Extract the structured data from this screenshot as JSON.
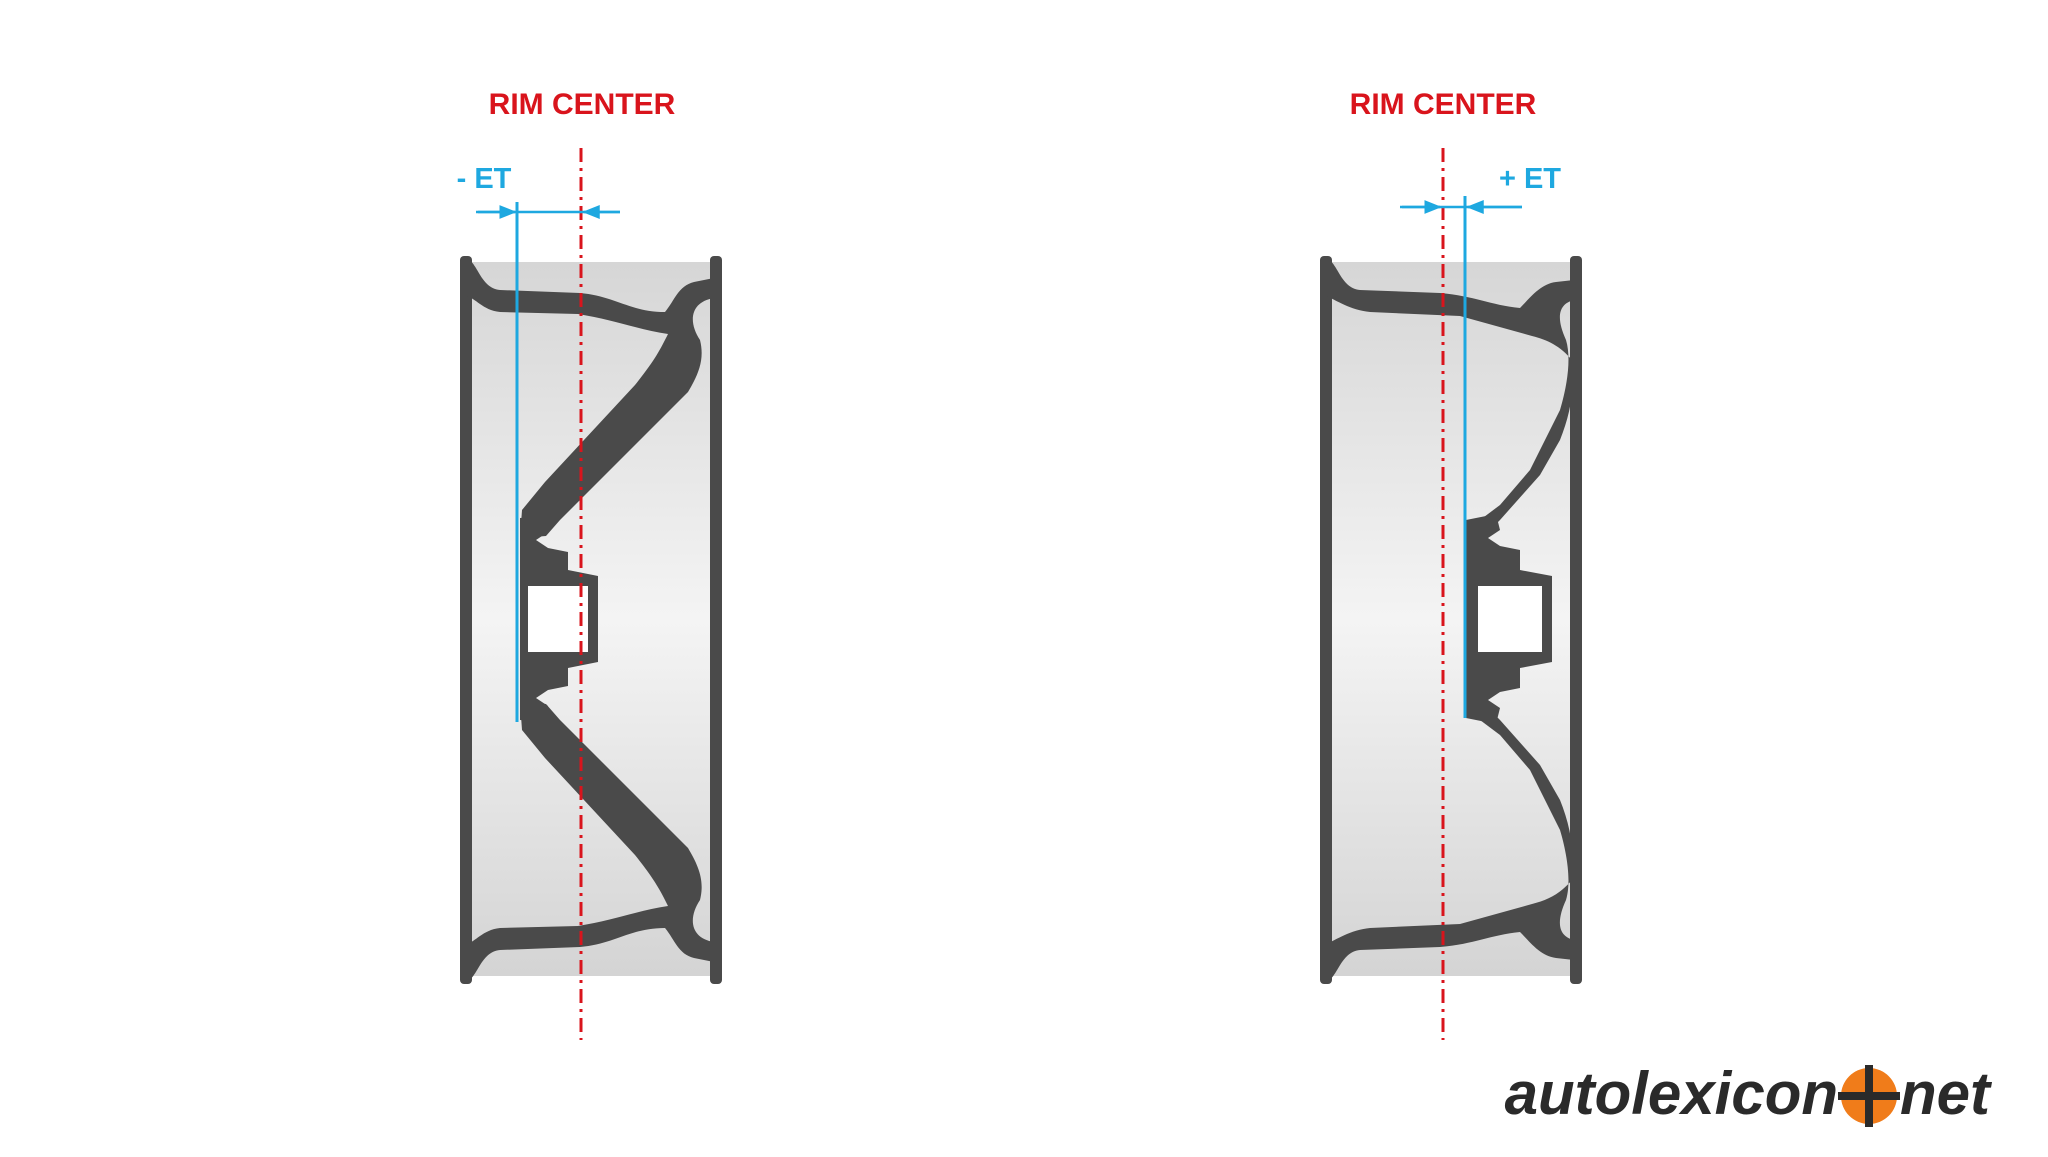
{
  "colors": {
    "rim_center": "#d9141c",
    "offset": "#1ea8e0",
    "rim_dark": "#4a4a4a",
    "rim_light": "#eeeeee",
    "rim_mid": "#d4d4d4",
    "logo_text": "#2a2a2a",
    "logo_mark": "#f07c1a"
  },
  "left_diagram": {
    "center_label": "RIM CENTER",
    "offset_label": "- ET"
  },
  "right_diagram": {
    "center_label": "RIM CENTER",
    "offset_label": "+ ET"
  },
  "logo": {
    "word_before": "autolexicon",
    "word_after": "net",
    "mark_icon": "target-crosshair-icon"
  }
}
